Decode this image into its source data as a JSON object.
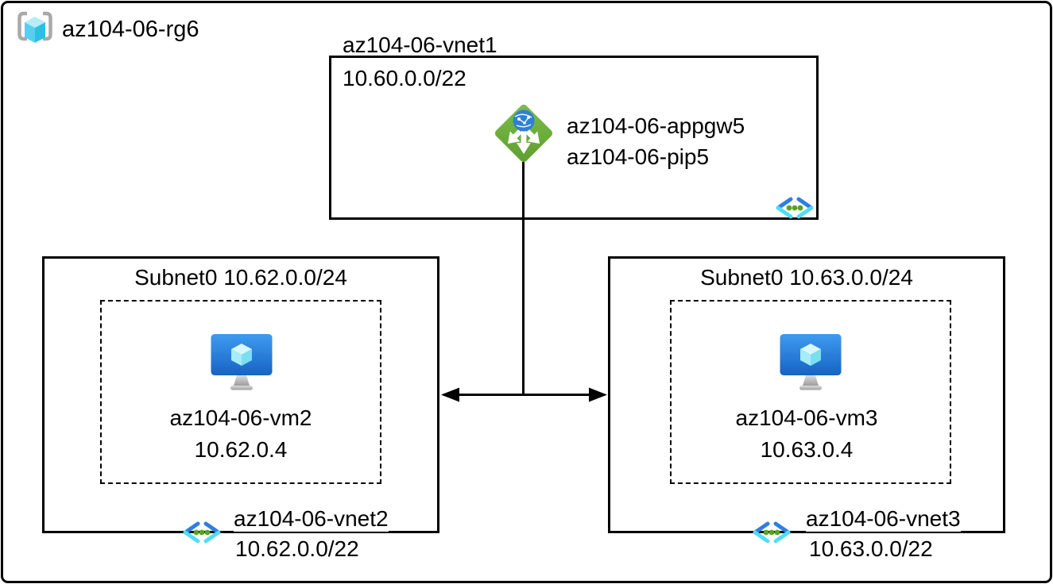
{
  "resource_group": {
    "label": "az104-06-rg6"
  },
  "gateway_vnet": {
    "name": "az104-06-vnet1",
    "cidr": "10.60.0.0/22",
    "app_gateway": {
      "name": "az104-06-appgw5",
      "public_ip": "az104-06-pip5"
    }
  },
  "subnet_boxes": {
    "left": {
      "subnet_label": "Subnet0 10.62.0.0/24",
      "vm_name": "az104-06-vm2",
      "vm_ip": "10.62.0.4",
      "vnet_name": "az104-06-vnet2",
      "vnet_cidr": "10.62.0.0/22"
    },
    "right": {
      "subnet_label": "Subnet0 10.63.0.0/24",
      "vm_name": "az104-06-vm3",
      "vm_ip": "10.63.0.4",
      "vnet_name": "az104-06-vnet3",
      "vnet_cidr": "10.63.0.0/22"
    }
  },
  "icons": {
    "resource_group": "resource-group-icon",
    "application_gateway": "application-gateway-icon",
    "virtual_network": "virtual-network-icon",
    "virtual_machine": "virtual-machine-icon"
  },
  "colors": {
    "line_black": "#000000",
    "appgw_green": "#6fae3e",
    "globe_blue": "#2c80d6",
    "vnet_chevron_blue": "#2f7ee0",
    "vnet_chevron_cyan": "#52dcf8",
    "vnet_dot_green": "#57a421",
    "vm_screen_blue": "#2379dc",
    "cube_cyan_light": "#b6edf8",
    "cube_cyan": "#58cef0",
    "cube_teal": "#2dbfe2",
    "bracket_gray": "#a9a9a9"
  }
}
